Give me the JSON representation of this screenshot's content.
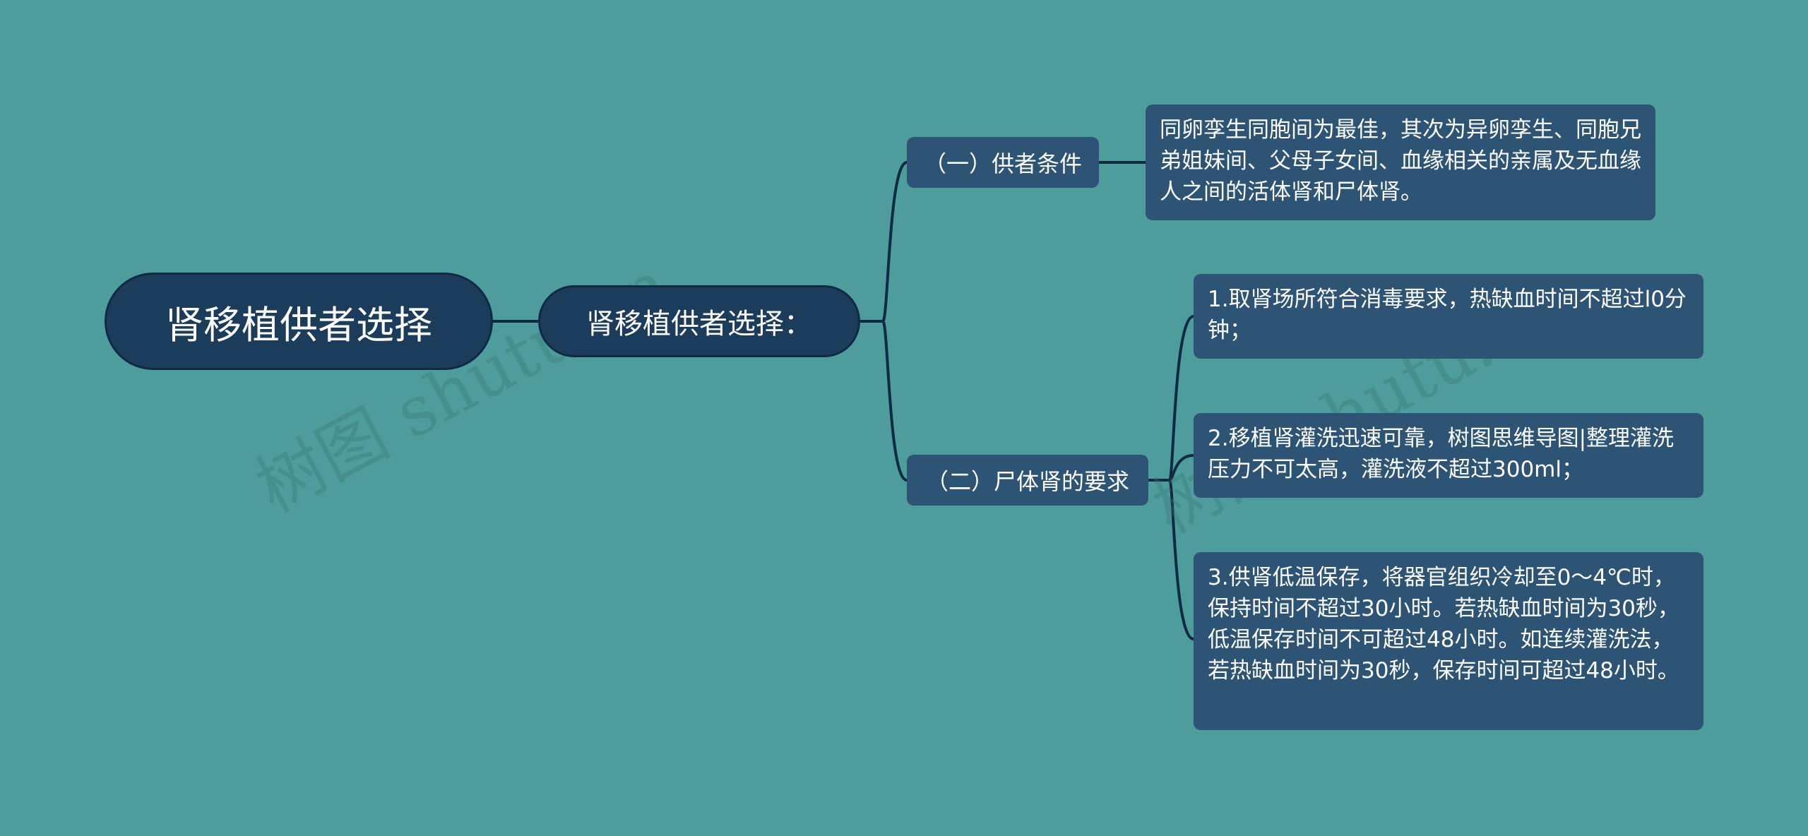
{
  "colors": {
    "background": "#4e9c9b",
    "root_fill": "#1b3c5a",
    "node_fill": "#2d5475",
    "connector": "#0f2a44"
  },
  "root": {
    "label": "肾移植供者选择"
  },
  "sub": {
    "label": "肾移植供者选择："
  },
  "branches": [
    {
      "label": "（一）供者条件",
      "leaves": [
        "同卵孪生同胞间为最佳，其次为异卵孪生、同胞兄弟姐妹间、父母子女间、血缘相关的亲属及无血缘人之间的活体肾和尸体肾。"
      ]
    },
    {
      "label": "（二）尸体肾的要求",
      "leaves": [
        "1.取肾场所符合消毒要求，热缺血时间不超过l0分钟；",
        "2.移植肾灌洗迅速可靠，树图思维导图|整理灌洗压力不可太高，灌洗液不超过300ml；",
        "3.供肾低温保存，将器官组织冷却至0～4℃时，保持时间不超过30小时。若热缺血时间为30秒，低温保存时间不可超过48小时。如连续灌洗法，若热缺血时间为30秒，保存时间可超过48小时。"
      ]
    }
  ],
  "watermark": "树图 shutu.cn"
}
